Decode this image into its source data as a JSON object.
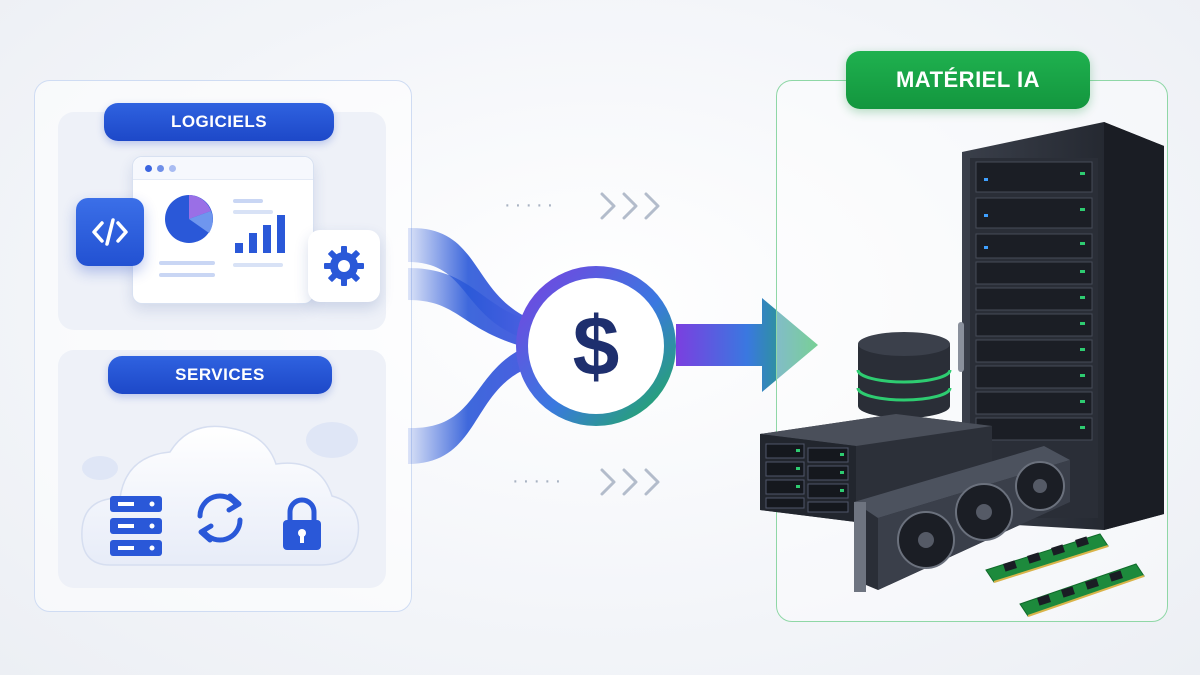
{
  "software": {
    "label": "LOGICIELS"
  },
  "services": {
    "label": "SERVICES"
  },
  "hardware": {
    "label": "MATÉRIEL IA"
  },
  "center": {
    "symbol": "$"
  },
  "colors": {
    "software_blue": "#1d48c8",
    "hardware_green": "#13963e",
    "flow_purple": "#7b3fe0",
    "flow_green": "#1fb14f"
  },
  "icons": {
    "code": "code-icon",
    "gear": "gear-icon",
    "pie": "pie-chart-icon",
    "bars": "bar-chart-icon",
    "server": "server-icon",
    "sync": "sync-icon",
    "lock": "lock-icon",
    "dollar": "dollar-icon"
  }
}
